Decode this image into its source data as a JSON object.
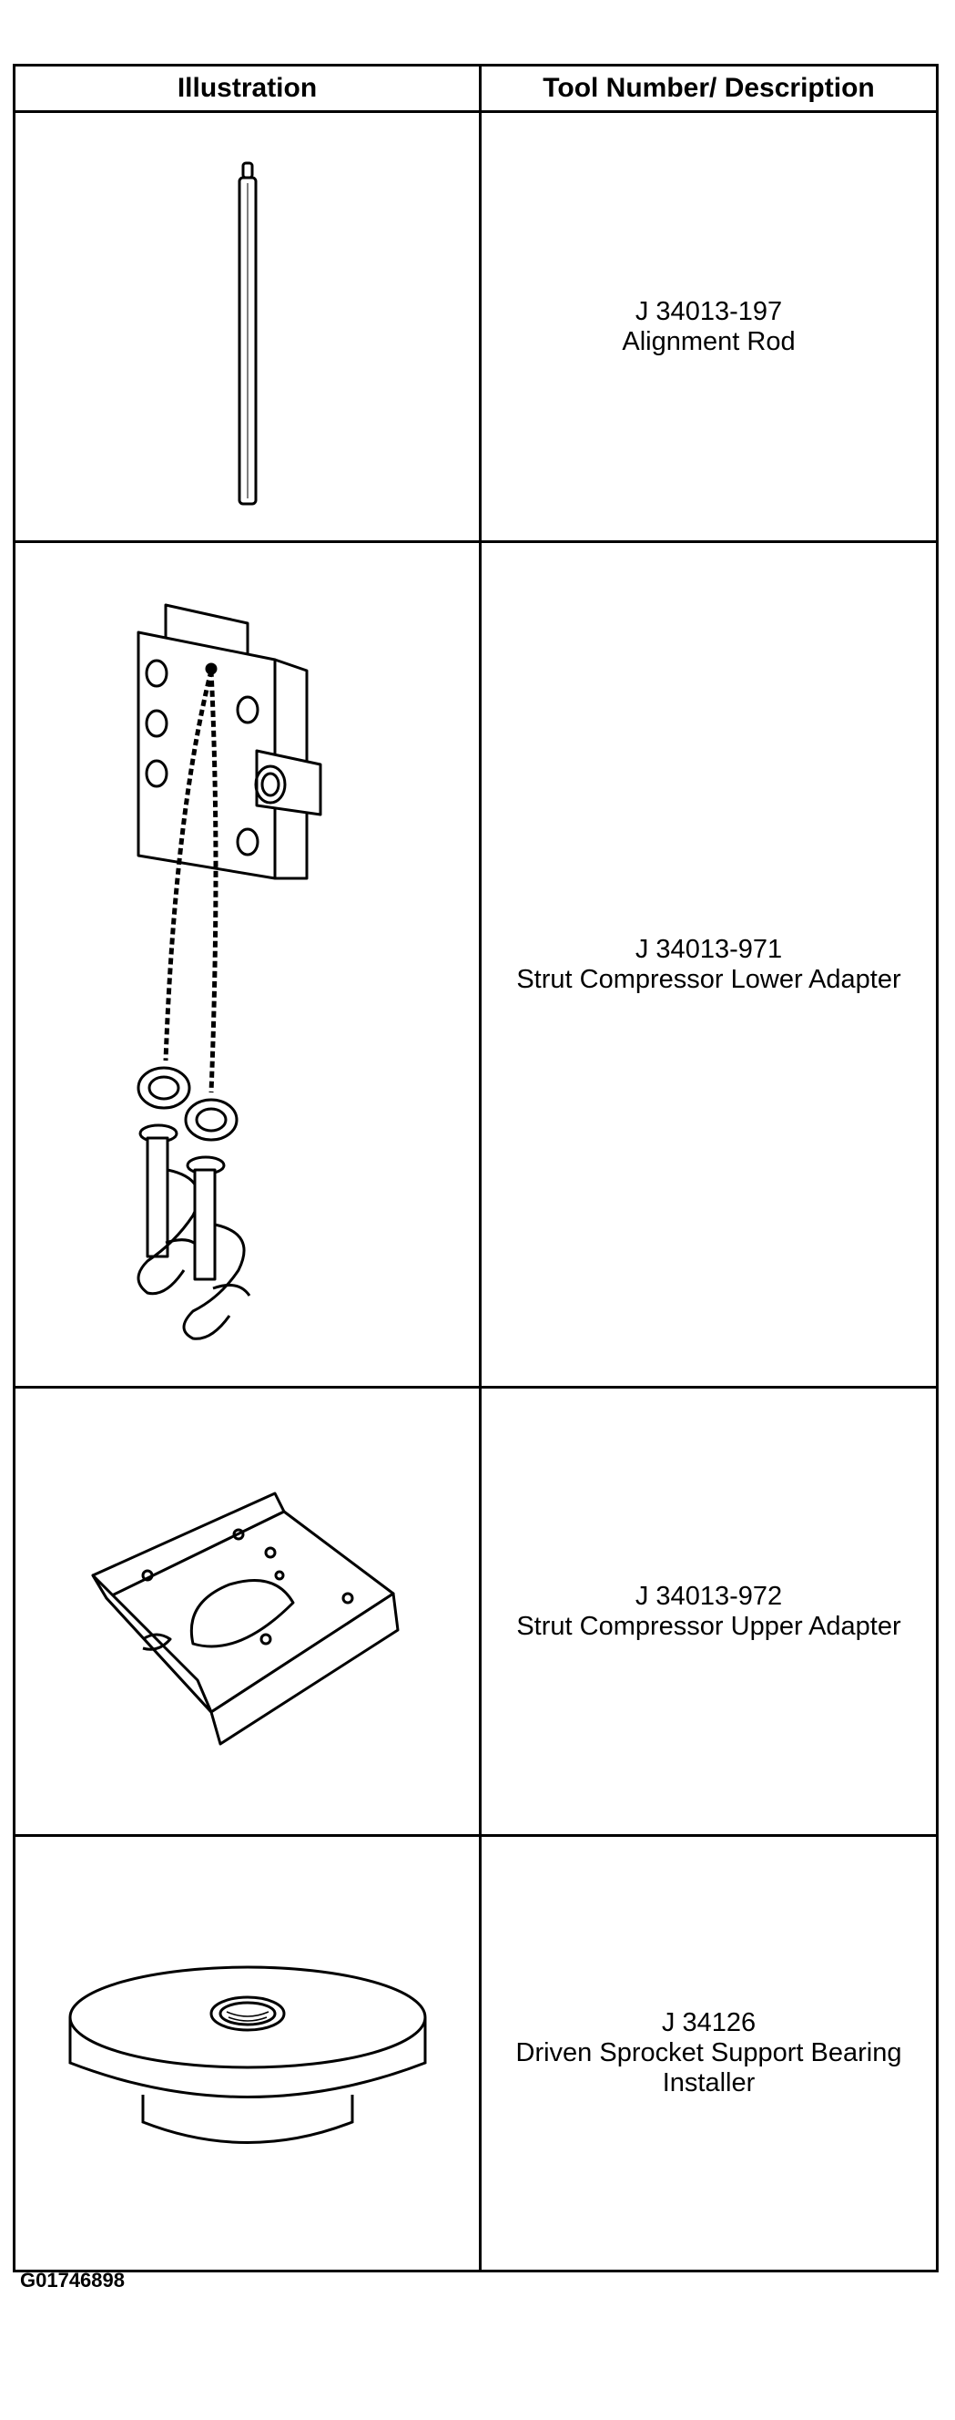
{
  "table": {
    "headers": {
      "illustration": "Illustration",
      "tool": "Tool Number/ Description"
    },
    "rows": [
      {
        "tool_number": "J 34013-197",
        "description": "Alignment Rod",
        "icon": "alignment-rod-icon"
      },
      {
        "tool_number": "J 34013-971",
        "description": "Strut Compressor Lower Adapter",
        "icon": "lower-adapter-icon"
      },
      {
        "tool_number": "J 34013-972",
        "description": "Strut Compressor Upper Adapter",
        "icon": "upper-adapter-icon"
      },
      {
        "tool_number": "J 34126",
        "description": "Driven Sprocket Support Bearing Installer",
        "icon": "bearing-installer-icon"
      }
    ]
  },
  "figure_code": "G01746898"
}
